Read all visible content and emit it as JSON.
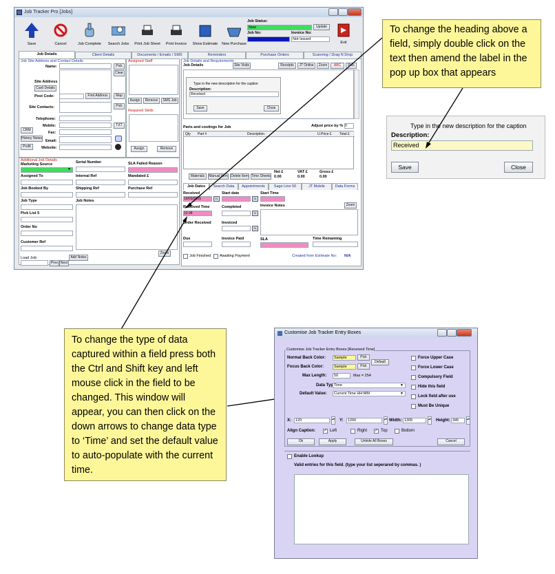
{
  "app": {
    "title": "Job Tracker Pro [Jobs]",
    "toolbar": [
      "Save",
      "Cancel",
      "Job Complete",
      "Search Jobs",
      "Print Job Sheet",
      "Print Invoice",
      "Show Estimate",
      "New Purchase"
    ],
    "status_panel": {
      "job_status_label": "Job Status:",
      "job_status_value": "Now",
      "update": "Update",
      "job_no_label": "Job No:",
      "invoice_no_label": "Invoice No:",
      "invoice_no_value": "Not Issued",
      "exit": "Exit"
    },
    "tabs": [
      "Job Details",
      "Client Details",
      "Documents / Emails / SMS",
      "Reminders",
      "Purchase Orders",
      "Scanning / Drag N Drop"
    ],
    "left": {
      "section_title": "Job Site Address and Contact Details",
      "name": "Name:",
      "pick": "Pick",
      "clear": "Clear",
      "site_address": "Site Address",
      "card_details": "Card Details",
      "post_code": "Post Code:",
      "find_address": "Find Address",
      "map": "Map",
      "site_contacts": "Site Contacts:",
      "telephone": "Telephone:",
      "mobile": "Mobile:",
      "txt": "TXT",
      "crm": "CRM",
      "fax": "Fax:",
      "history_notes": "History Notes",
      "email": "Email:",
      "profit": "Profit",
      "website": "Website:"
    },
    "staff": {
      "assigned_staff": "Assigned Staff",
      "assign": "Assign",
      "remove": "Remove",
      "sms_job": "SMS Job",
      "required_skills": "Required Skills",
      "assign2": "Assign",
      "remove2": "Remove"
    },
    "additional": {
      "title": "Additional Job Details",
      "marketing_source": "Marketing Source",
      "serial_number": "Serial Number",
      "sla_failed_reason": "SLA Failed Reason",
      "assigned_to": "Assigned To",
      "internal_ref": "Internal Ref",
      "mandated": "Mandated £",
      "job_booked_by": "Job Booked By",
      "shipping_ref": "Shipping Ref",
      "purchase_ref": "Purchase Ref",
      "job_type": "Job Type",
      "job_notes": "Job Notes",
      "pick_list": "Pick List 5",
      "order_no": "Order No",
      "customer_ref": "Customer Ref",
      "zoom": "Zoom",
      "load_job": "Load Job:",
      "prev": "Prev",
      "next": "Next",
      "add_notes": "Add Notes"
    },
    "job_details": {
      "section_title": "Job Details and Requirements",
      "heading": "Job Details",
      "site_visits": "Site Visits",
      "receipts": "Receipts",
      "jt_online": "JT Online",
      "zoom": "Zoom",
      "abc": "ABC",
      "pick": "Pick"
    },
    "mini_dialog": {
      "caption": "Type in the new description for the caption",
      "desc_label": "Description:",
      "desc_value": "Received",
      "save": "Save",
      "close": "Close"
    },
    "parts": {
      "title": "Parts and costings for Job",
      "adjust": "Adjust price by %",
      "adjust_value": "0",
      "cols": [
        "Qty",
        "Part #",
        "Description",
        "U.Price £",
        "Total £"
      ],
      "buttons": [
        "Materials",
        "Manual Item",
        "Delete Item",
        "Time Sheets"
      ],
      "net_label": "Net £",
      "net_value": "0.00",
      "vat_label": "VAT £",
      "vat_value": "0.00",
      "gross_label": "Gross £",
      "gross_value": "0.00"
    },
    "lower_tabs": [
      "Job Dates",
      "Search Data",
      "Appointments",
      "Sage Line 50",
      "JT Mobile",
      "Data Forms"
    ],
    "dates": {
      "received": "Received",
      "received_value": "10/03/2015",
      "start_date": "Start date",
      "start_time": "Start Time",
      "received_time": "Received Time",
      "received_time_value": "12:34",
      "completed": "Completed",
      "invoice_notes": "Invoice Notes",
      "zoom": "Zoom",
      "order_received": "Order Received",
      "invoiced": "Invoiced",
      "due": "Due",
      "invoice_paid": "Invoice Paid",
      "sla": "SLA",
      "time_remaining": "Time Remaining",
      "job_finished": "Job Finished",
      "awaiting_payment": "Awaiting Payment",
      "created_from": "Created from Estimate  No:",
      "created_no": "N/A"
    }
  },
  "callout_top": "To change the heading above a field, simply double click on the text then amend the label in the pop up box that appears",
  "zoom_dialog": {
    "caption": "Type in the new description for the caption",
    "desc_label": "Description:",
    "desc_value": "Received",
    "save": "Save",
    "close": "Close"
  },
  "callout_bottom": "To change the type of data captured within a field press both the Ctrl and Shift key and left mouse click in the field to be changed. This window will appear, you can then click on the down arrows to change data type to ‘Time’ and  set the default value to auto-populate with the current time.",
  "customise": {
    "title": "Customise Job Tracker Entry Boxes",
    "group": "Customise Job Tracker Entry Boxes [Received Time]",
    "normal_back": "Normal Back Color:",
    "focus_back": "Focus Back Color:",
    "sample": "Sample",
    "pick": "Pick",
    "default": "Default",
    "max_length": "Max Length:",
    "max_length_value": "50",
    "max_254": "Max = 254",
    "data_type": "Data Type:",
    "data_type_value": "Time",
    "default_value": "Default Value:",
    "default_value_value": "Current Time HH:MM",
    "checks": [
      "Force Upper Case",
      "Force Lower Case",
      "Compulsory Field",
      "Hide this field",
      "Lock field after use",
      "Must Be Unique"
    ],
    "x_label": "X:",
    "x_value": "120",
    "y_label": "Y:",
    "y_value": "1260",
    "width_label": "Width:",
    "width_value": "1305",
    "height_label": "Height:",
    "height_value": "345",
    "align_caption": "Align Caption:",
    "align": [
      "Left",
      "Right",
      "Top",
      "Bottom"
    ],
    "ok": "Ok",
    "apply": "Apply",
    "unhide": "Unhide All Boxes",
    "cancel": "Cancel",
    "enable_lookup": "Enable Lookup",
    "valid_entries": "Valid entries for this field.  (type your list seperared by commas. )"
  },
  "colors": {
    "callout": "#fdf79a",
    "dialog": "#d9d4f4",
    "pink": "#f38bc2",
    "green": "#3fdc5e"
  }
}
